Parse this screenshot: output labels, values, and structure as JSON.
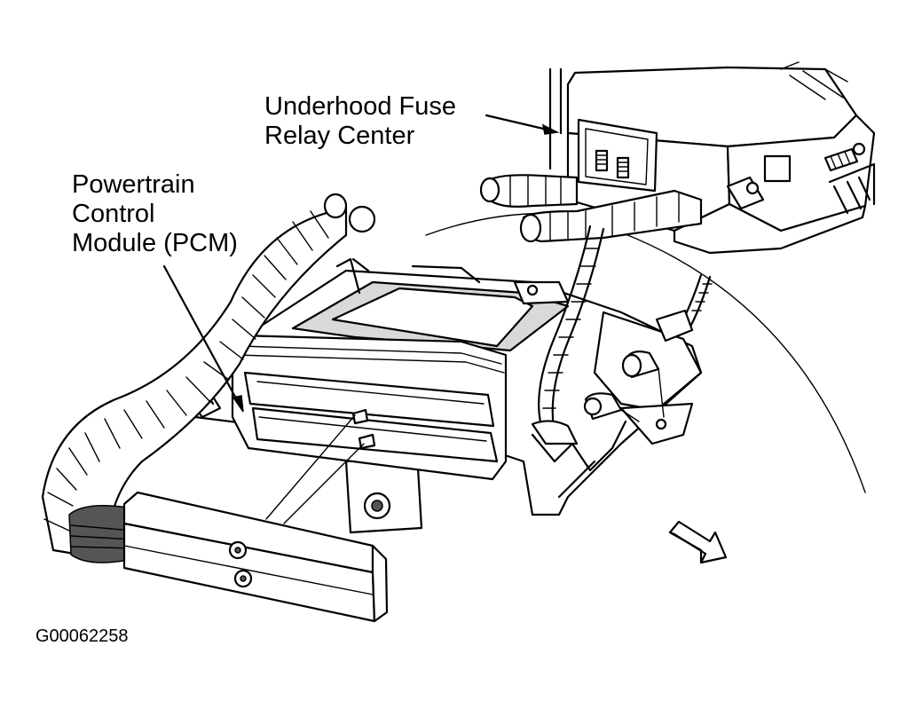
{
  "labels": {
    "fuse_center": [
      "Underhood Fuse",
      "Relay Center"
    ],
    "pcm": [
      "Powertrain",
      "Control",
      "Module (PCM)"
    ]
  },
  "figure_id": "G00062258"
}
